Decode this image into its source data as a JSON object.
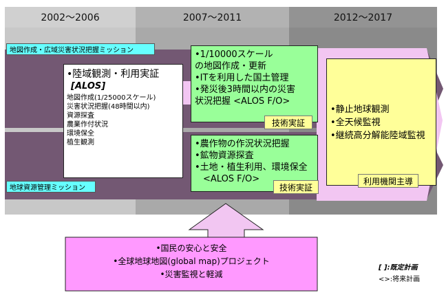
{
  "periods": [
    "2002〜2006",
    "2007〜2011",
    "2012〜2017"
  ],
  "missions": {
    "mapping": "地図作成・広域災害状況把握ミッション",
    "resource": "地球資源管理ミッション"
  },
  "box_2002": {
    "heading": "•陸域観測・利用実証",
    "satellite": "[ALOS]",
    "items": [
      "地図作成(1/25000スケール)",
      "災害状況把握(48時間以内)",
      "資源探査",
      "農業作付状況",
      "環境保全",
      "植生観測"
    ]
  },
  "box_2007_top": {
    "items": [
      "•1/10000スケール",
      "の地図作成・更新",
      "•ITを利用した国土管理",
      "•発災後3時間以内の災害",
      "状況把握 <ALOS F/O>"
    ],
    "tag": "技術実証"
  },
  "box_2007_bottom": {
    "items": [
      "•農作物の作況状況把握",
      "•鉱物資源探査",
      "•土地・植生利用、環境保全",
      "<ALOS F/O>"
    ],
    "tag": "技術実証"
  },
  "box_2012": {
    "items": [
      "•静止地球観測",
      "•全天候監視",
      "•継続高分解能陸域監視"
    ],
    "tag": "利用機関主導"
  },
  "goals": {
    "items": [
      "•国民の安心と安全",
      "•全球地球地図(global map)プロジェクト",
      "•災害監視と軽減"
    ]
  },
  "legend": {
    "existing": "[ ]:既定計画",
    "future": "<>:将来計画"
  }
}
